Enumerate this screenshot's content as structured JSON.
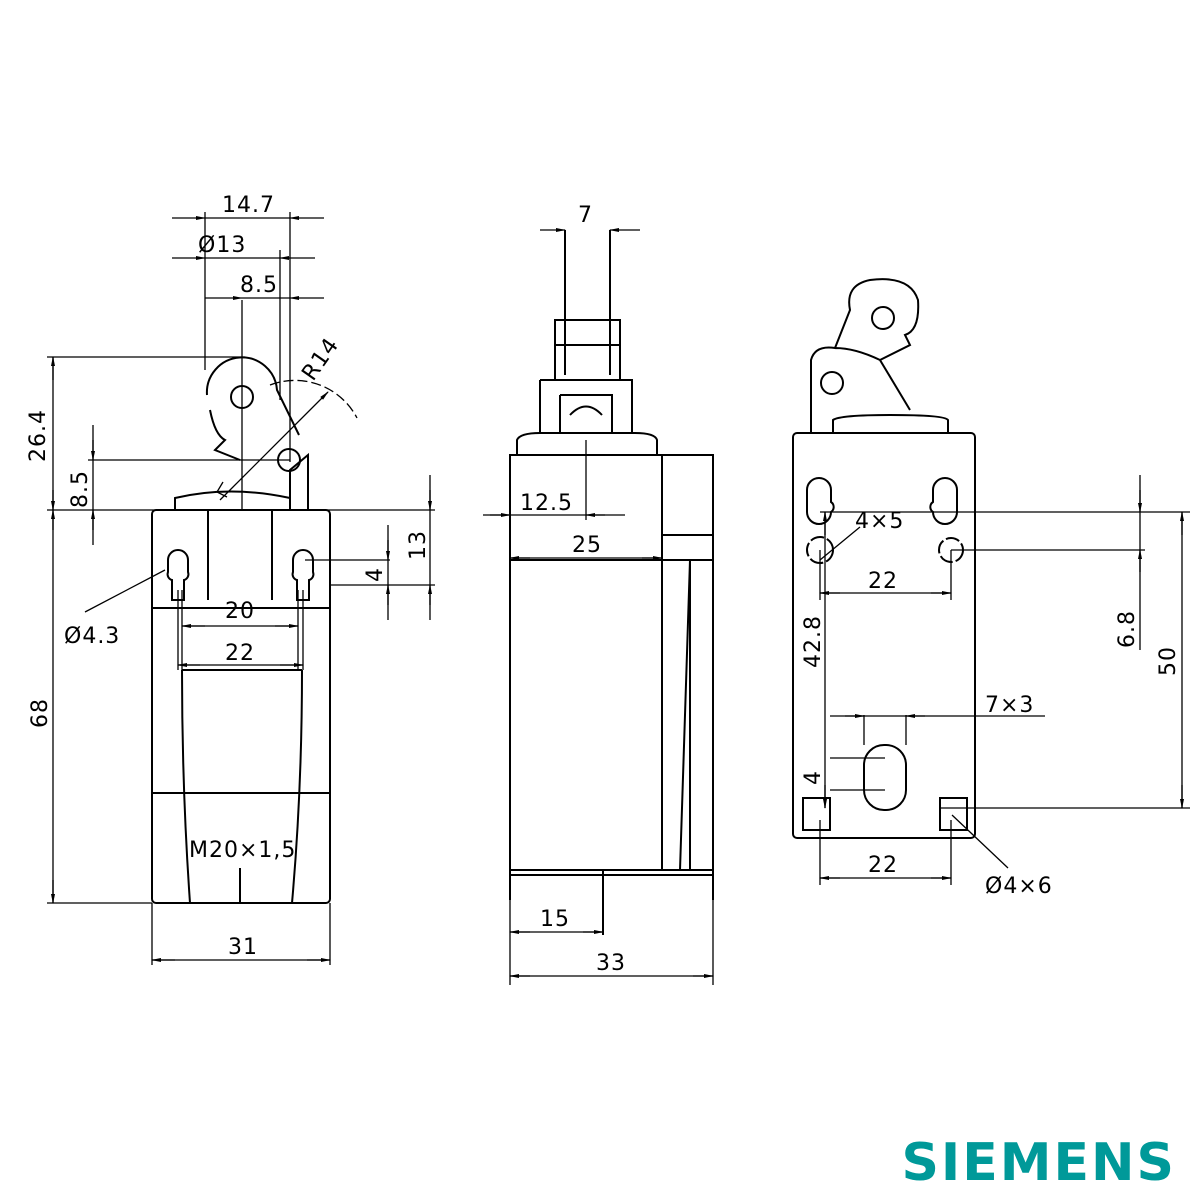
{
  "front_view": {
    "width_top": "14.7",
    "roller_diameter": "Ø13",
    "offset": "8.5",
    "radius": "R14",
    "lever_height": "26.4",
    "pivot_height": "8.5",
    "slot_offset": "13",
    "slot_length": "4",
    "hole_diameter": "Ø4.3",
    "inner_spacing": "20",
    "hole_spacing": "22",
    "body_height": "68",
    "thread": "M20×1,5",
    "body_width": "31"
  },
  "side_view": {
    "roller_width": "7",
    "axis_offset": "12.5",
    "depth_inner": "25",
    "conduit_offset": "15",
    "body_depth": "33"
  },
  "rear_view": {
    "slot_size": "4×5",
    "top_hole_spacing": "22",
    "vertical_spacing": "42.8",
    "offset": "6.8",
    "total_spacing": "50",
    "oval_size": "7×3",
    "oval_offset": "4",
    "bottom_hole_spacing": "22",
    "bottom_hole_size": "Ø4×6"
  },
  "logo": {
    "text": "SIEMENS",
    "color": "#009999"
  }
}
